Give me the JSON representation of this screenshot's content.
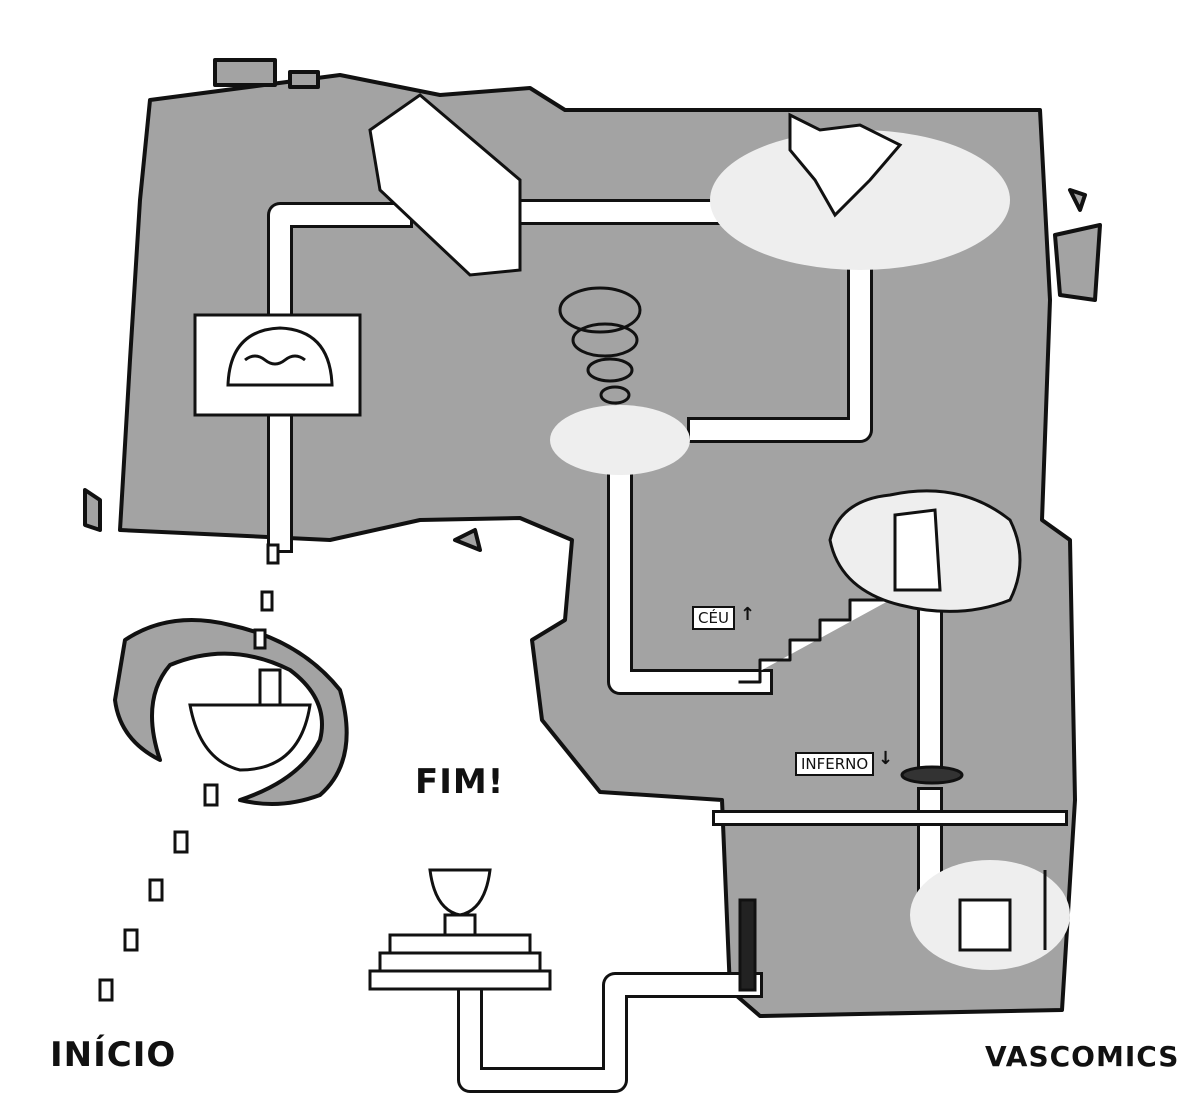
{
  "labels": {
    "start": "INÍCIO",
    "end": "FIM!",
    "sky_sign": "CÉU",
    "sky_arrow": "↑",
    "hell_sign": "INFERNO",
    "hell_arrow": "↓",
    "signature": "VASCOMICS"
  },
  "colors": {
    "land": "#a3a3a3",
    "path": "#ffffff",
    "ink": "#111111"
  }
}
